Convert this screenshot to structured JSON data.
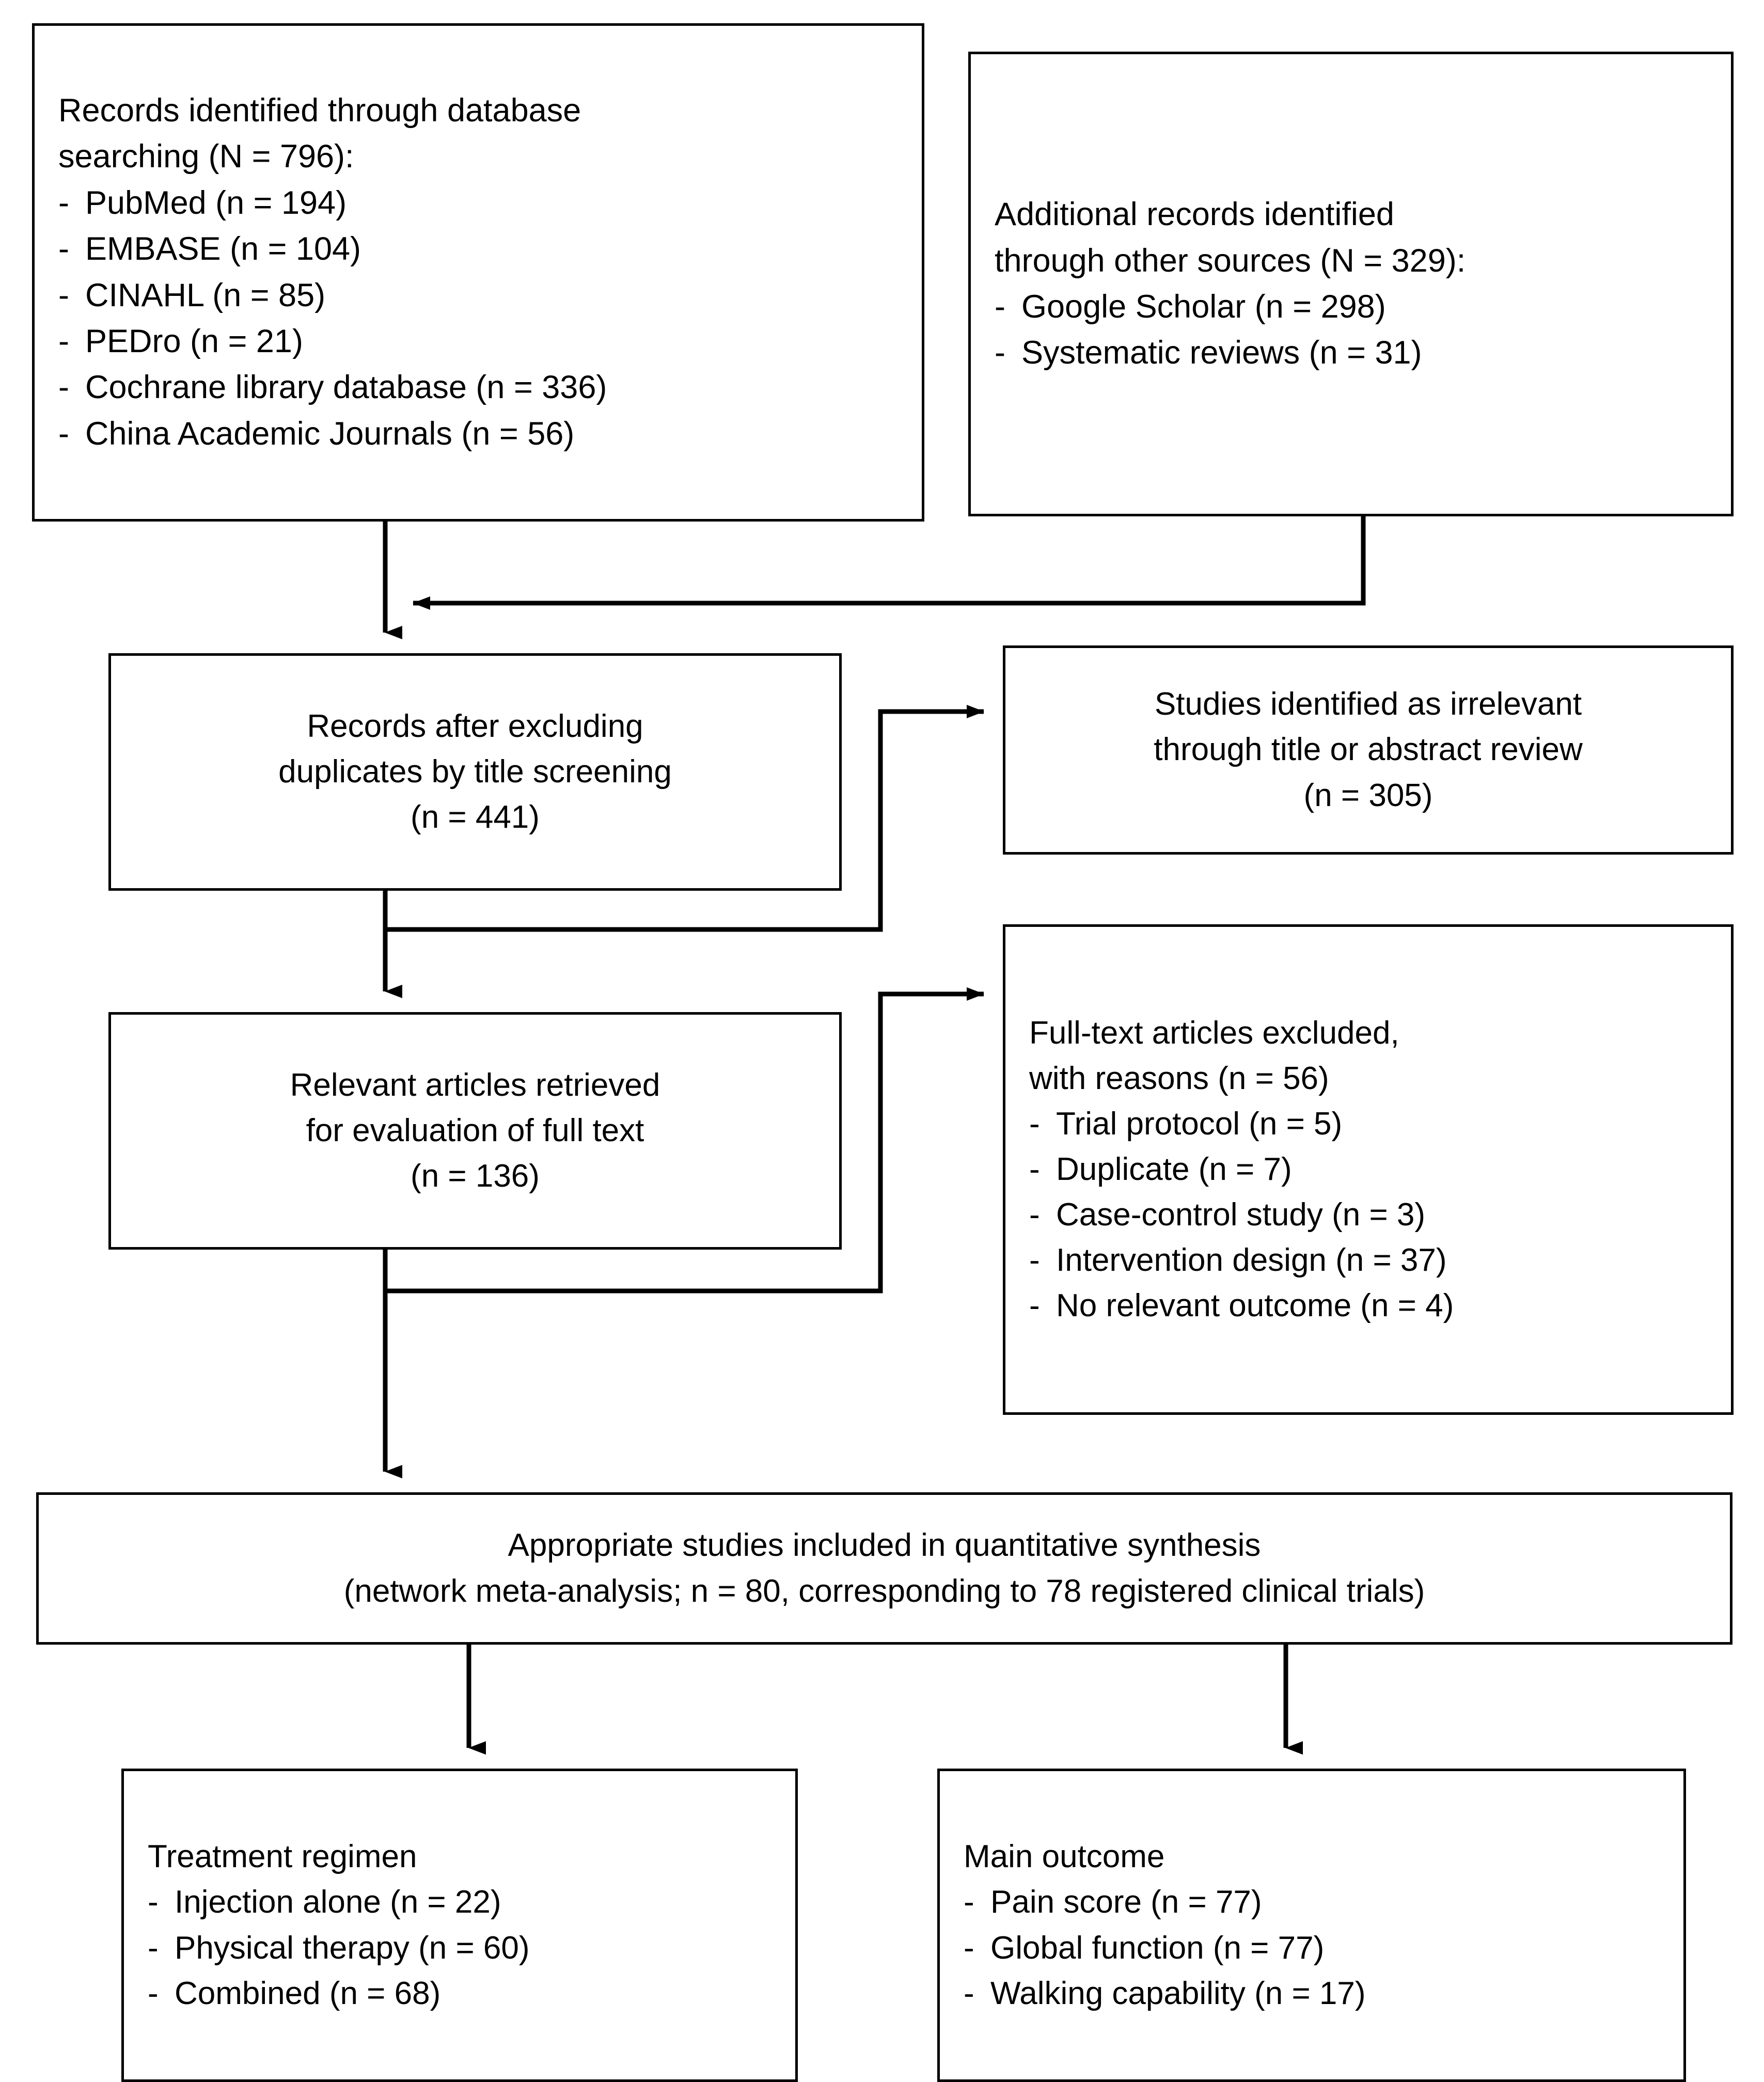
{
  "diagram": {
    "type": "prisma-flow-diagram",
    "background": "#ffffff",
    "line_color": "#000000"
  },
  "nodes": {
    "database_search": {
      "heading_line1": "Records identified through database",
      "heading_line2": "searching (N = 796):",
      "items": [
        "PubMed (n = 194)",
        "EMBASE (n = 104)",
        "CINAHL (n = 85)",
        "PEDro (n = 21)",
        "Cochrane library database (n = 336)",
        "China Academic Journals (n = 56)"
      ]
    },
    "other_sources": {
      "heading_line1": "Additional records identified",
      "heading_line2": "through other sources (N = 329):",
      "items": [
        "Google Scholar (n = 298)",
        "Systematic reviews (n = 31)"
      ]
    },
    "after_duplicates": {
      "line1": "Records after excluding",
      "line2": "duplicates by title screening",
      "line3": "(n = 441)"
    },
    "irrelevant": {
      "line1": "Studies identified as irrelevant",
      "line2": "through title or abstract review",
      "line3": "(n = 305)"
    },
    "full_text_retrieved": {
      "line1": "Relevant articles retrieved",
      "line2": "for evaluation of full text",
      "line3": "(n = 136)"
    },
    "full_text_excluded": {
      "heading_line1": "Full-text articles excluded,",
      "heading_line2": "with reasons (n = 56)",
      "items": [
        "Trial protocol (n = 5)",
        "Duplicate (n = 7)",
        "Case-control study (n = 3)",
        "Intervention design (n = 37)",
        "No relevant outcome (n = 4)"
      ]
    },
    "synthesis": {
      "line1": "Appropriate studies included in quantitative synthesis",
      "line2": "(network meta-analysis; n = 80, corresponding to 78 registered clinical trials)"
    },
    "treatment_regimen": {
      "heading": "Treatment regimen",
      "items": [
        "Injection alone (n = 22)",
        "Physical therapy (n = 60)",
        "Combined (n = 68)"
      ]
    },
    "main_outcome": {
      "heading": "Main outcome",
      "items": [
        "Pain score (n = 77)",
        "Global function (n = 77)",
        "Walking capability (n = 17)"
      ]
    }
  },
  "bullet_marker": "-"
}
